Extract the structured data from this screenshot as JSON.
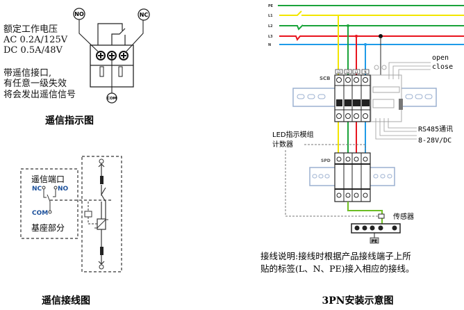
{
  "indicator": {
    "title": "遥信指示图",
    "spec_lines": [
      "额定工作电压",
      "AC 0.2A/125V",
      "DC 0.5A/48V"
    ],
    "note_lines": [
      "带遥信接口,",
      "有任意一级失效",
      "将会发出遥信信号"
    ],
    "terminal_no": "NO",
    "terminal_nc": "NC",
    "terminal_com": "COM"
  },
  "wiring": {
    "title": "遥信接线图",
    "port_label": "遥信端口",
    "nc": "NC",
    "no": "NO",
    "com": "COM",
    "base_label": "基座部分"
  },
  "install": {
    "title": "3PN安装示意图",
    "lines": [
      {
        "label": "PE",
        "color": "#1aa33a"
      },
      {
        "label": "L1",
        "color": "#f2e600"
      },
      {
        "label": "L2",
        "color": "#1aa33a"
      },
      {
        "label": "L3",
        "color": "#e8141e"
      },
      {
        "label": "N",
        "color": "#1e9be8"
      }
    ],
    "scb_label": "SCB",
    "scb_poles": [
      "L1",
      "L2",
      "L3",
      "N"
    ],
    "spd_label": "SPD",
    "open_label": "open",
    "close_label": "close",
    "rs485_label": "RS485通讯",
    "voltage_label": "8-28V/DC",
    "led_label": "LED指示模组",
    "counter_label": "计数器",
    "sensor_label": "传感器",
    "pe_bar_label": "PE",
    "note_lines": [
      "接线说明:接线时根据产品接线端子上所",
      "贴的标签(L、N、PE)接入相应的接线。"
    ]
  }
}
